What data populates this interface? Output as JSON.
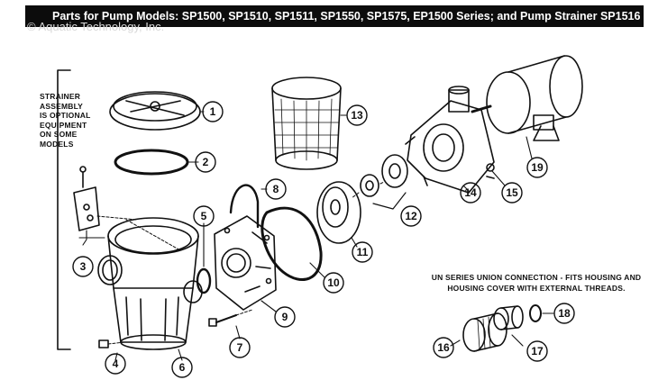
{
  "title": "Parts for Pump Models: SP1500, SP1510, SP1511, SP1550, SP1575, EP1500 Series; and Pump Strainer SP1516",
  "watermark": "© Aquatic Technology, Inc.",
  "strainer_note": "STRAINER\nASSEMBLY\nIS OPTIONAL\nEQUIPMENT\nON SOME\nMODELS",
  "union_note": "UN SERIES UNION CONNECTION - FITS HOUSING AND HOUSING COVER WITH EXTERNAL THREADS.",
  "callouts": [
    "1",
    "2",
    "3",
    "4",
    "5",
    "6",
    "7",
    "8",
    "9",
    "10",
    "11",
    "12",
    "13",
    "14",
    "15",
    "16",
    "17",
    "18",
    "19"
  ]
}
